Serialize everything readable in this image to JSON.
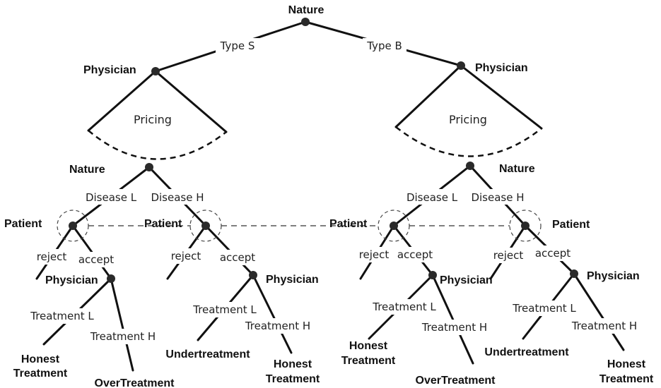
{
  "nature_top": "Nature",
  "type_s": "Type S",
  "type_b": "Type B",
  "physician": "Physician",
  "pricing": "Pricing",
  "nature": "Nature",
  "disease_l": "Disease L",
  "disease_h": "Disease H",
  "patient": "Patient",
  "reject": "reject",
  "accept": "accept",
  "treatment_l": "Treatment L",
  "treatment_h": "Treatment H",
  "honest": "Honest",
  "treatment": "Treatment",
  "overtreatment": "OverTreatment",
  "undertreatment": "Undertreatment"
}
